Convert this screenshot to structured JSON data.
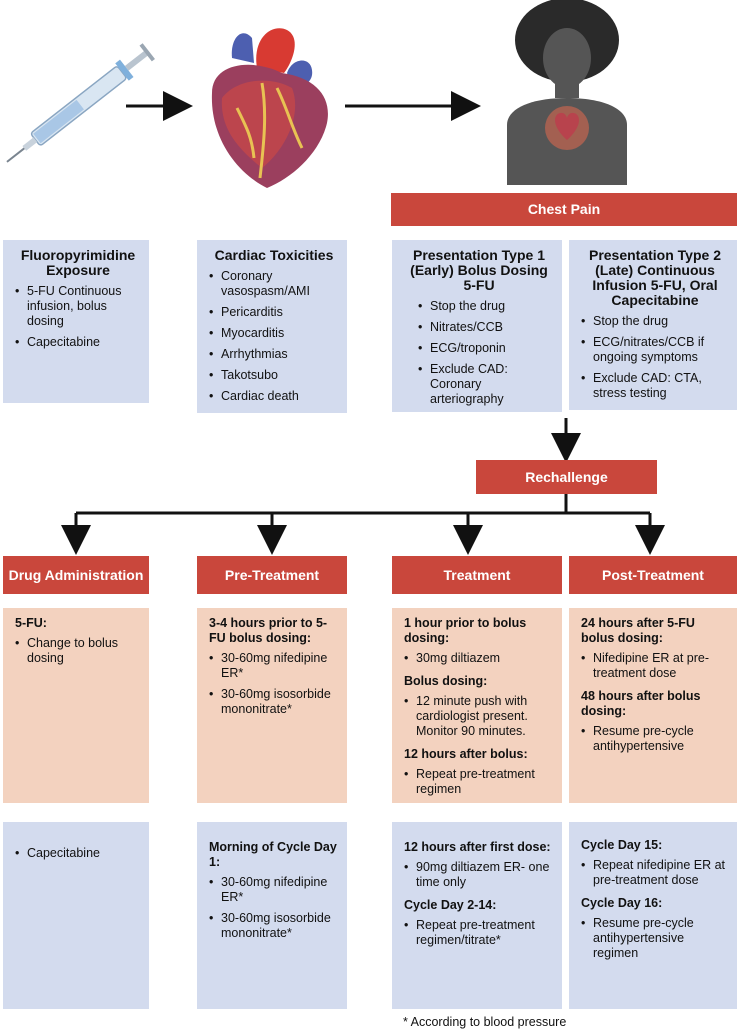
{
  "top": {
    "chest_pain": "Chest Pain"
  },
  "exposure": {
    "title": "Fluoropyrimidine Exposure",
    "items": [
      "5-FU Continuous infusion, bolus dosing",
      "Capecitabine"
    ]
  },
  "toxicities": {
    "title": "Cardiac Toxicities",
    "items": [
      "Coronary vasospasm/AMI",
      "Pericarditis",
      "Myocarditis",
      "Arrhythmias",
      "Takotsubo",
      "Cardiac death"
    ]
  },
  "type1": {
    "title": "Presentation Type 1 (Early) Bolus Dosing 5-FU",
    "items": [
      "Stop the drug",
      "Nitrates/CCB",
      "ECG/troponin",
      "Exclude CAD: Coronary arteriography"
    ]
  },
  "type2": {
    "title": "Presentation Type 2 (Late) Continuous Infusion 5-FU, Oral Capecitabine",
    "items": [
      "Stop the drug",
      "ECG/nitrates/CCB if ongoing symptoms",
      "Exclude CAD: CTA, stress testing"
    ]
  },
  "rechallenge": "Rechallenge",
  "headers": {
    "drug_admin": "Drug Administration",
    "pre": "Pre-Treatment",
    "treatment": "Treatment",
    "post": "Post-Treatment"
  },
  "fu_row": {
    "drug": {
      "title": "5-FU:",
      "items": [
        "Change to bolus dosing"
      ]
    },
    "pre": {
      "title": "3-4 hours prior to 5-FU bolus dosing:",
      "items": [
        "30-60mg nifedipine ER*",
        "30-60mg isosorbide mononitrate*"
      ]
    },
    "treatment": {
      "s1_title": "1 hour prior to bolus dosing:",
      "s1_items": [
        "30mg diltiazem"
      ],
      "s2_title": "Bolus dosing:",
      "s2_items": [
        "12 minute push with cardiologist present. Monitor 90 minutes."
      ],
      "s3_title": "12 hours after bolus:",
      "s3_items": [
        "Repeat pre-treatment regimen"
      ]
    },
    "post": {
      "s1_title": "24 hours after 5-FU bolus dosing:",
      "s1_items": [
        "Nifedipine ER at pre-treatment dose"
      ],
      "s2_title": "48 hours after bolus dosing:",
      "s2_items": [
        "Resume pre-cycle antihypertensive"
      ]
    }
  },
  "cap_row": {
    "drug": {
      "items": [
        "Capecitabine"
      ]
    },
    "pre": {
      "title": "Morning of Cycle Day 1:",
      "items": [
        "30-60mg nifedipine ER*",
        "30-60mg isosorbide mononitrate*"
      ]
    },
    "treatment": {
      "s1_title": "12 hours after first dose:",
      "s1_items": [
        "90mg diltiazem ER- one time only"
      ],
      "s2_title": "Cycle Day 2-14:",
      "s2_items": [
        "Repeat pre-treatment regimen/titrate*"
      ]
    },
    "post": {
      "s1_title": "Cycle Day 15:",
      "s1_items": [
        "Repeat nifedipine ER at pre-treatment dose"
      ],
      "s2_title": "Cycle Day 16:",
      "s2_items": [
        "Resume pre-cycle antihypertensive regimen"
      ]
    }
  },
  "footnote": "* According to blood pressure"
}
